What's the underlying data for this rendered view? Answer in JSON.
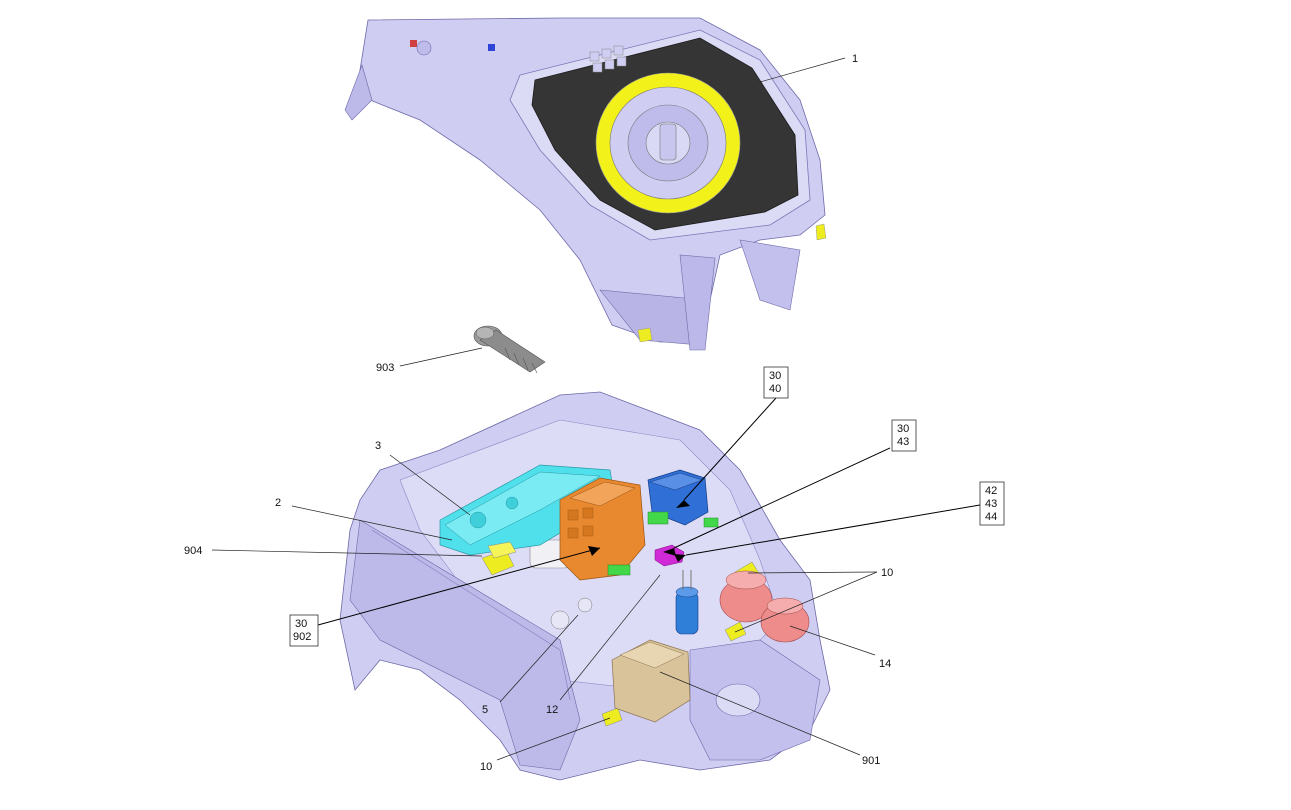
{
  "diagram": {
    "callouts": {
      "c1": "1",
      "c2": "2",
      "c3": "3",
      "c5": "5",
      "c10a": "10",
      "c10b": "10",
      "c12": "12",
      "c14": "14",
      "c901": "901",
      "c903": "903",
      "c904": "904"
    },
    "boxed_callouts": {
      "b1": [
        "30",
        "40"
      ],
      "b2": [
        "30",
        "43"
      ],
      "b3": [
        "42",
        "43",
        "44"
      ],
      "b4": [
        "30",
        "902"
      ]
    },
    "colors": {
      "housing": "#cfcdf2",
      "housing_shade": "#a9a6de",
      "panel_dark": "#353535",
      "ring_yellow": "#f2f21a",
      "cyan_board": "#4fe0ec",
      "orange_relay": "#e8892f",
      "blue_relay": "#2f6fd6",
      "magenta_part": "#d02ad6",
      "green_part": "#42d84a",
      "pink_coil": "#ee8c8c",
      "tan_transformer": "#d9c39a",
      "capacitor_blue": "#2f7fd8",
      "yellow_clip": "#ecec20"
    }
  }
}
